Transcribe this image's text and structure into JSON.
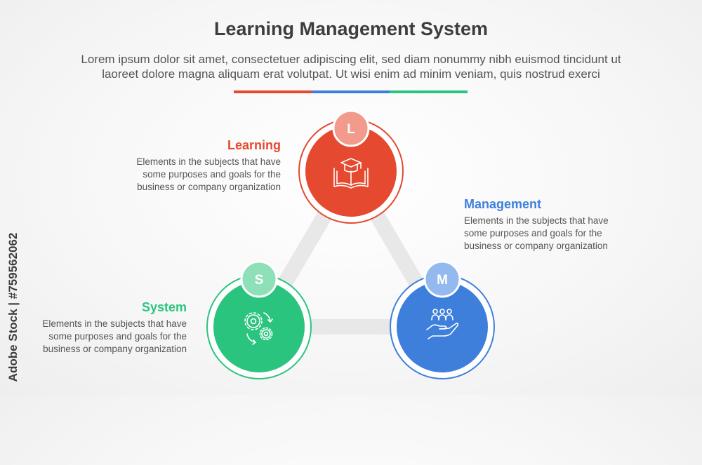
{
  "header": {
    "title": "Learning Management System",
    "subtitle_line1": "Lorem ipsum dolor sit amet, consectetuer adipiscing elit, sed diam nonummy nibh euismod tincidunt ut",
    "subtitle_line2": "laoreet dolore magna aliquam erat volutpat. Ut wisi enim ad minim veniam, quis nostrud exerci"
  },
  "colors": {
    "red": "#e5492f",
    "blue": "#3e7fdc",
    "green": "#2bc47f",
    "connector": "#e8e8e8"
  },
  "nodes": [
    {
      "key": "learning",
      "letter": "L",
      "heading": "Learning",
      "description_lines": [
        "Elements in the subjects that have",
        "some purposes and goals for the",
        "business or company organization"
      ],
      "icon": "book-graduation-cap-icon"
    },
    {
      "key": "management",
      "letter": "M",
      "heading": "Management",
      "description_lines": [
        "Elements in the subjects that have",
        "some purposes and goals for the",
        "business or company organization"
      ],
      "icon": "people-hand-icon"
    },
    {
      "key": "system",
      "letter": "S",
      "heading": "System",
      "description_lines": [
        "Elements in the subjects that have",
        "some purposes and goals for the",
        "business or company organization"
      ],
      "icon": "gears-cycle-icon"
    }
  ],
  "watermark": {
    "text": "Adobe Stock | #759562062"
  }
}
